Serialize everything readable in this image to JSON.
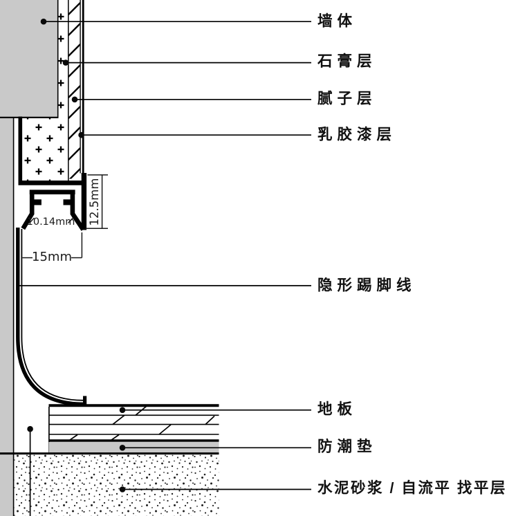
{
  "labels": {
    "wall": "墙体",
    "plaster": "石膏层",
    "putty": "腻子层",
    "paint": "乳胶漆层",
    "skirting": "隐形踢脚线",
    "floor": "地板",
    "pad": "防潮垫",
    "leveling": "水泥砂浆 / 自流平 找平层"
  },
  "dimensions": {
    "channel_inner_width": "10.14mm",
    "profile_height": "12.5mm",
    "base_width": "15mm"
  },
  "colors": {
    "wall_fill": "#c9c9c9",
    "pad_fill": "#c9c9c9",
    "line": "#000000",
    "background": "#ffffff"
  }
}
